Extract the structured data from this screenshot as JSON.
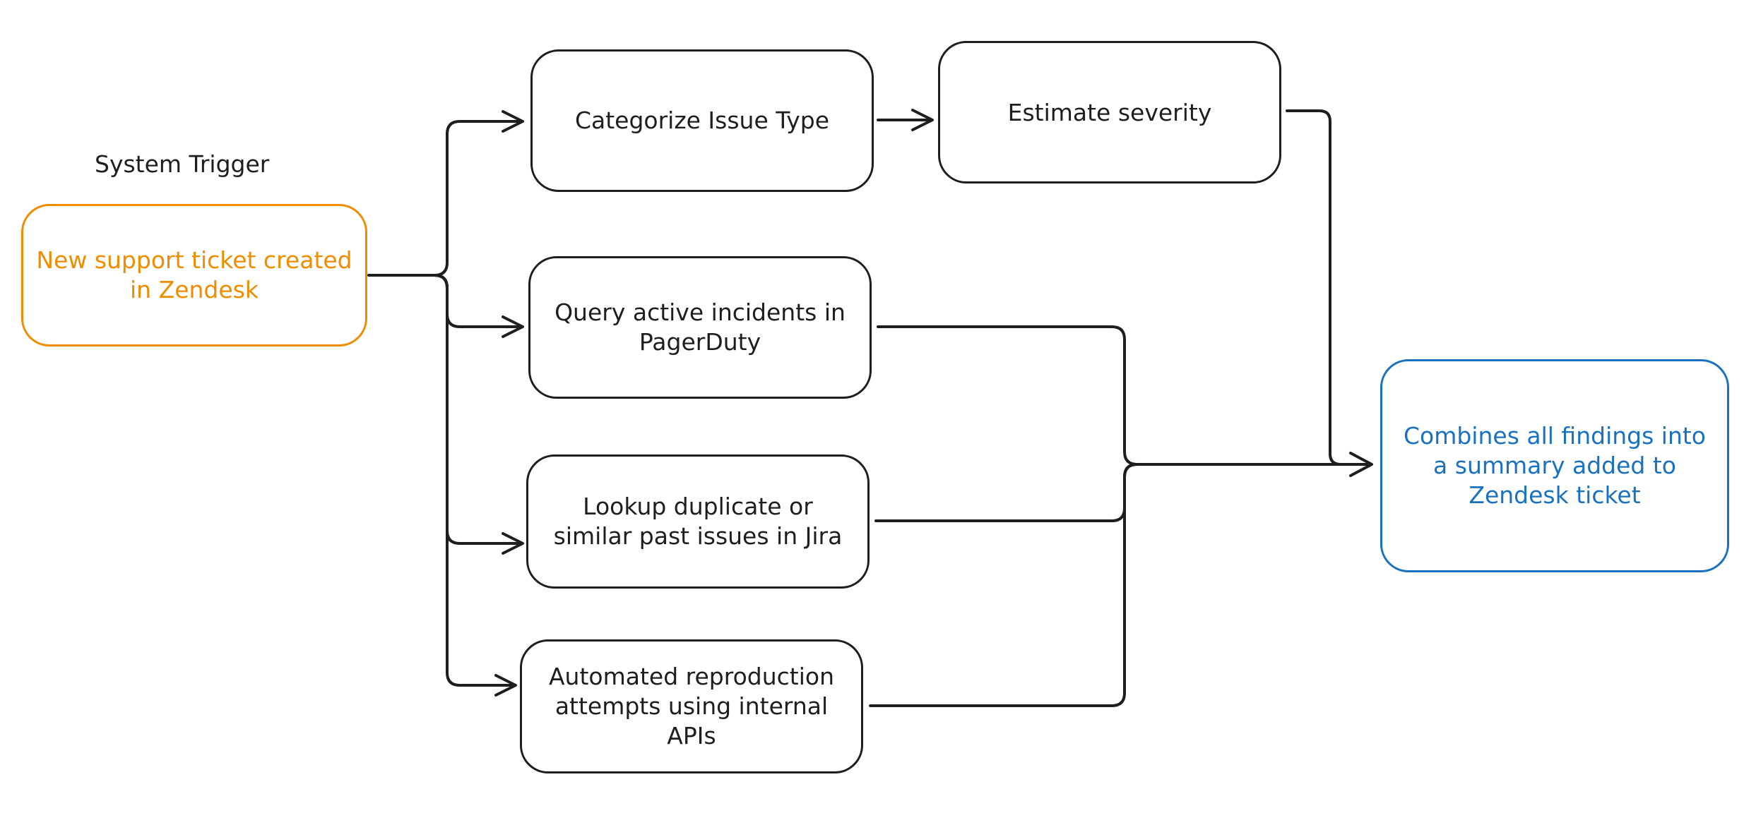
{
  "diagram": {
    "trigger_caption": "System Trigger",
    "nodes": {
      "trigger": "New support ticket created in Zendesk",
      "categorize": "Categorize Issue Type",
      "severity": "Estimate severity",
      "pagerduty": "Query active incidents in PagerDuty",
      "jira": "Lookup duplicate or similar past issues in Jira",
      "reproduction": "Automated reproduction attempts using internal APIs",
      "summary": "Combines all findings into a summary added to Zendesk ticket"
    },
    "edges": [
      {
        "from": "trigger",
        "to": "categorize"
      },
      {
        "from": "trigger",
        "to": "pagerduty"
      },
      {
        "from": "trigger",
        "to": "jira"
      },
      {
        "from": "trigger",
        "to": "reproduction"
      },
      {
        "from": "categorize",
        "to": "severity"
      },
      {
        "from": "severity",
        "to": "summary"
      },
      {
        "from": "pagerduty",
        "to": "summary"
      },
      {
        "from": "jira",
        "to": "summary"
      },
      {
        "from": "reproduction",
        "to": "summary"
      }
    ],
    "colors": {
      "stroke": "#1e1e1e",
      "trigger": "#f08c00",
      "summary": "#1971c2"
    }
  }
}
